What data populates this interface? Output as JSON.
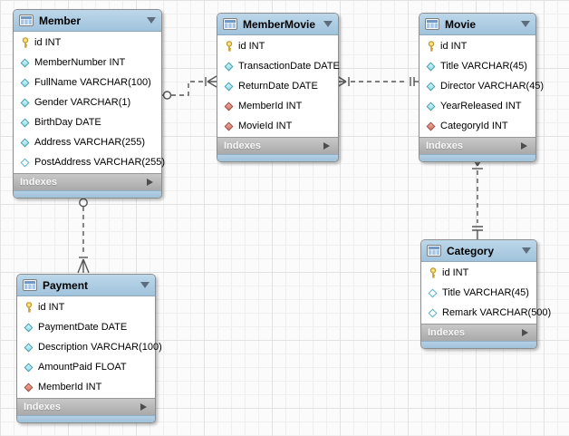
{
  "diagram": {
    "kind": "EER database diagram",
    "colors": {
      "table_header_blue": "#a9c9e1",
      "indexes_bar_gray": "#b4b4b4",
      "relationship_line": "#565656",
      "primary_key_icon": "#f6d65f",
      "column_icon_fill": "#aee8f2",
      "column_icon_border": "#3f9fb0",
      "foreign_key_icon_fill": "#e08a7a",
      "foreign_key_icon_border": "#9e4538",
      "canvas_background": "#fbfbfb"
    }
  },
  "tables": [
    {
      "name": "Member",
      "footer": "Indexes",
      "columns": [
        {
          "icon": "primary-key",
          "label": "id INT"
        },
        {
          "icon": "column",
          "label": "MemberNumber INT"
        },
        {
          "icon": "column",
          "label": "FullName VARCHAR(100)"
        },
        {
          "icon": "column",
          "label": "Gender VARCHAR(1)"
        },
        {
          "icon": "column",
          "label": "BirthDay DATE"
        },
        {
          "icon": "column",
          "label": "Address VARCHAR(255)"
        },
        {
          "icon": "column-nullable",
          "label": "PostAddress VARCHAR(255)"
        }
      ]
    },
    {
      "name": "MemberMovie",
      "footer": "Indexes",
      "columns": [
        {
          "icon": "primary-key",
          "label": "id INT"
        },
        {
          "icon": "column",
          "label": "TransactionDate DATE"
        },
        {
          "icon": "column",
          "label": "ReturnDate DATE"
        },
        {
          "icon": "foreign-key",
          "label": "MemberId INT"
        },
        {
          "icon": "foreign-key",
          "label": "MovieId INT"
        }
      ]
    },
    {
      "name": "Movie",
      "footer": "Indexes",
      "columns": [
        {
          "icon": "primary-key",
          "label": "id INT"
        },
        {
          "icon": "column",
          "label": "Title VARCHAR(45)"
        },
        {
          "icon": "column",
          "label": "Director VARCHAR(45)"
        },
        {
          "icon": "column",
          "label": "YearReleased INT"
        },
        {
          "icon": "foreign-key",
          "label": "CategoryId INT"
        }
      ]
    },
    {
      "name": "Payment",
      "footer": "Indexes",
      "columns": [
        {
          "icon": "primary-key",
          "label": "id INT"
        },
        {
          "icon": "column",
          "label": "PaymentDate DATE"
        },
        {
          "icon": "column",
          "label": "Description VARCHAR(100)"
        },
        {
          "icon": "column",
          "label": "AmountPaid FLOAT"
        },
        {
          "icon": "foreign-key",
          "label": "MemberId INT"
        }
      ]
    },
    {
      "name": "Category",
      "footer": "Indexes",
      "columns": [
        {
          "icon": "primary-key",
          "label": "id INT"
        },
        {
          "icon": "column-nullable",
          "label": "Title VARCHAR(45)"
        },
        {
          "icon": "column-nullable",
          "label": "Remark VARCHAR(500)"
        }
      ]
    }
  ],
  "relationships": [
    {
      "from": "Member",
      "to": "MemberMovie",
      "from_marker": "zero-or-one-circle",
      "to_marker": "one-to-many-crowfoot",
      "style": "dashed"
    },
    {
      "from": "MemberMovie",
      "to": "Movie",
      "from_marker": "one-to-many-crowfoot",
      "to_marker": "exactly-one-double-bar",
      "style": "dashed"
    },
    {
      "from": "Movie",
      "to": "Category",
      "from_marker": "one-to-many-crowfoot",
      "to_marker": "exactly-one-double-bar",
      "style": "dashed"
    },
    {
      "from": "Member",
      "to": "Payment",
      "from_marker": "zero-or-one-bar-circle",
      "to_marker": "one-to-many-crowfoot",
      "style": "dashed"
    }
  ]
}
